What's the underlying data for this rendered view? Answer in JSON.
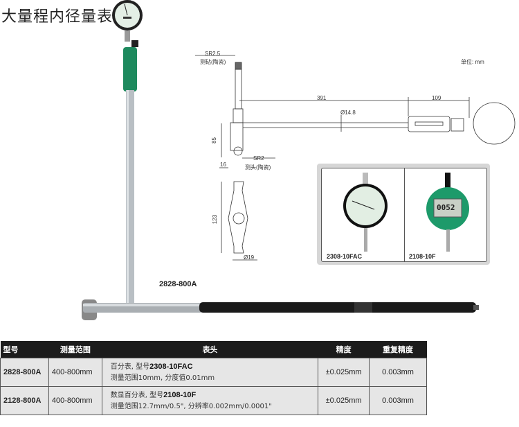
{
  "title": "大量程内径量表",
  "unit_label": "单位: mm",
  "main_model": "2828-800A",
  "drawing": {
    "sr25": "SR2.5",
    "anvil_top": "测砧(陶瓷)",
    "dim_391": "391",
    "dim_109": "109",
    "dia_148": "Ø14.8",
    "dim_85": "85",
    "dim_16": "16",
    "sr2": "SR2",
    "head": "测头(陶瓷)",
    "dim_123": "123",
    "dia_19": "Ø19"
  },
  "inset": {
    "left_caption": "2308-10FAC",
    "right_caption": "2108-10F",
    "digital_reading": "0052"
  },
  "table": {
    "headers": [
      "型号",
      "测量范围",
      "表头",
      "精度",
      "重复精度"
    ],
    "rows": [
      {
        "model": "2828-800A",
        "range": "400-800mm",
        "desc_prefix": "百分表, 型号",
        "desc_model": "2308-10FAC",
        "desc_line2": "测量范围10mm, 分度值0.01mm",
        "accuracy": "±0.025mm",
        "repeat": "0.003mm"
      },
      {
        "model": "2128-800A",
        "range": "400-800mm",
        "desc_prefix": "数显百分表, 型号",
        "desc_model": "2108-10F",
        "desc_line2": "测量范围12.7mm/0.5\", 分辨率0.002mm/0.0001\"",
        "accuracy": "±0.025mm",
        "repeat": "0.003mm"
      }
    ]
  }
}
